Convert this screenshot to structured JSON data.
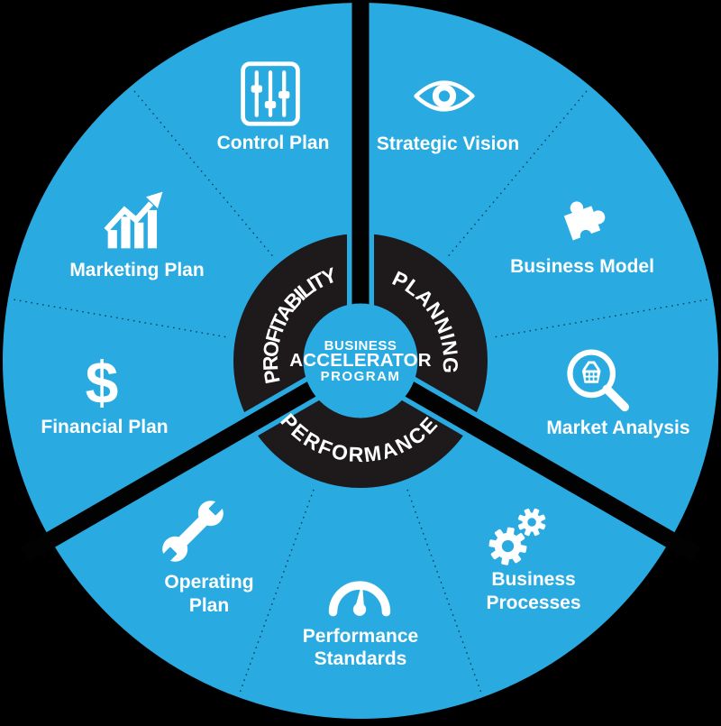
{
  "title": "Business Accelerator Program wheel",
  "colors": {
    "background": "#000000",
    "wheel_blue": "#29ABE2",
    "ring_black": "#1E1A1B",
    "divider_black": "#020202",
    "text_white": "#ffffff"
  },
  "center": {
    "line1": "BUSINESS",
    "line2": "ACCELERATOR",
    "line3": "PROGRAM"
  },
  "ring_sections": [
    {
      "label": "PLANNING"
    },
    {
      "label": "PERFORMANCE"
    },
    {
      "label": "PROFITABILITY"
    }
  ],
  "segments": [
    {
      "label": "Control Plan",
      "icon": "sliders-icon",
      "section": "PROFITABILITY"
    },
    {
      "label": "Strategic Vision",
      "icon": "eye-icon",
      "section": "PLANNING"
    },
    {
      "label": "Business Model",
      "icon": "puzzle-icon",
      "section": "PLANNING"
    },
    {
      "label": "Market Analysis",
      "icon": "magnifier-basket-icon",
      "section": "PLANNING"
    },
    {
      "label_line1": "Business",
      "label_line2": "Processes",
      "icon": "gears-icon",
      "section": "PERFORMANCE"
    },
    {
      "label_line1": "Performance",
      "label_line2": "Standards",
      "icon": "gauge-icon",
      "section": "PERFORMANCE"
    },
    {
      "label_line1": "Operating",
      "label_line2": "Plan",
      "icon": "wrench-icon",
      "section": "PERFORMANCE"
    },
    {
      "label": "Financial Plan",
      "icon": "dollar-icon",
      "icon_glyph": "$",
      "section": "PROFITABILITY"
    },
    {
      "label": "Marketing Plan",
      "icon": "chart-icon",
      "section": "PROFITABILITY"
    }
  ]
}
